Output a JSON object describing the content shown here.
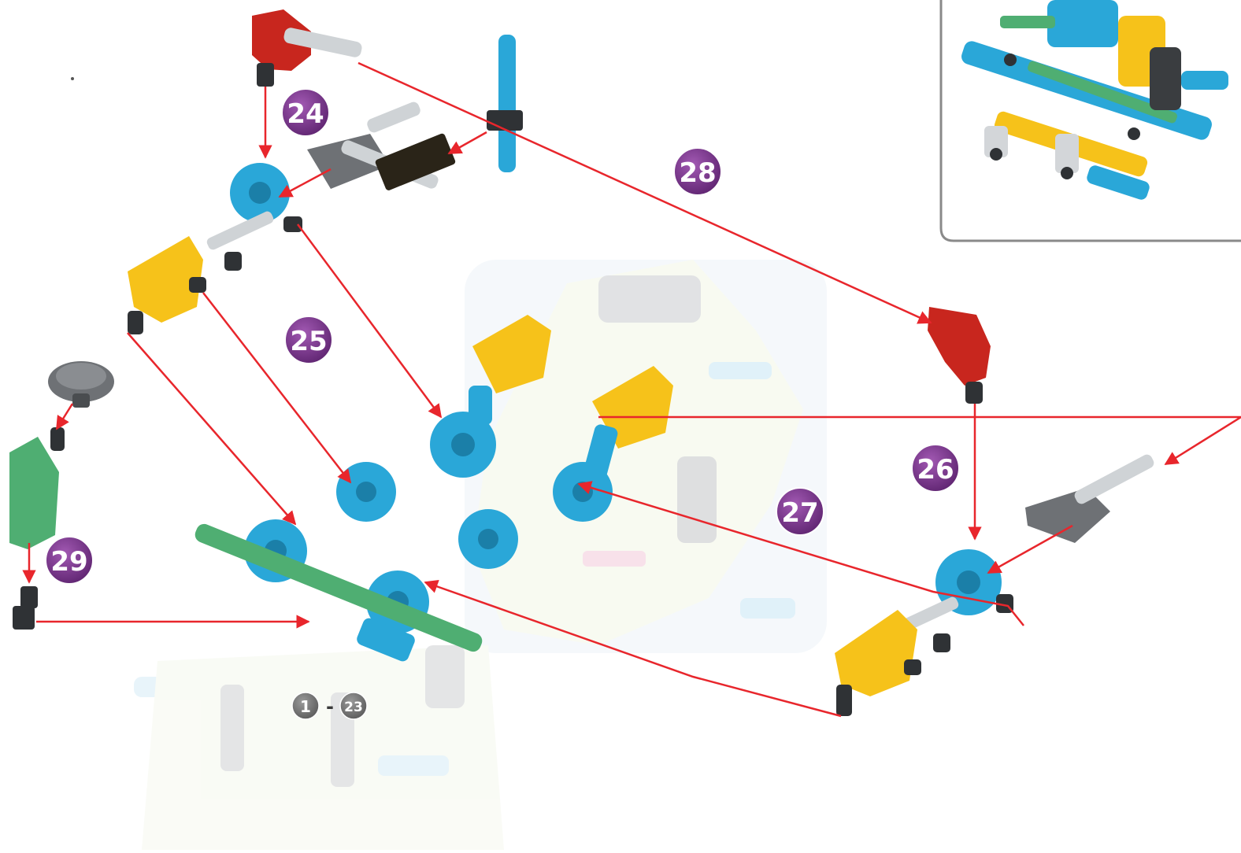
{
  "steps": [
    {
      "label": "24"
    },
    {
      "label": "25"
    },
    {
      "label": "26"
    },
    {
      "label": "27"
    },
    {
      "label": "28"
    },
    {
      "label": "29"
    }
  ],
  "previous_steps": {
    "from": "1",
    "separator": "-",
    "to": "23"
  },
  "colors": {
    "arrow": "#e8262c",
    "badge": "#7b3a8c",
    "badge_gray": "#7a7a7a",
    "blue_connector": "#2aa7d8",
    "yellow_connector": "#f6c21a",
    "red_connector": "#c8261e",
    "green_rod": "#4fae72",
    "gray_part": "#6e7175",
    "ghost_part": "#dfe9f0"
  }
}
